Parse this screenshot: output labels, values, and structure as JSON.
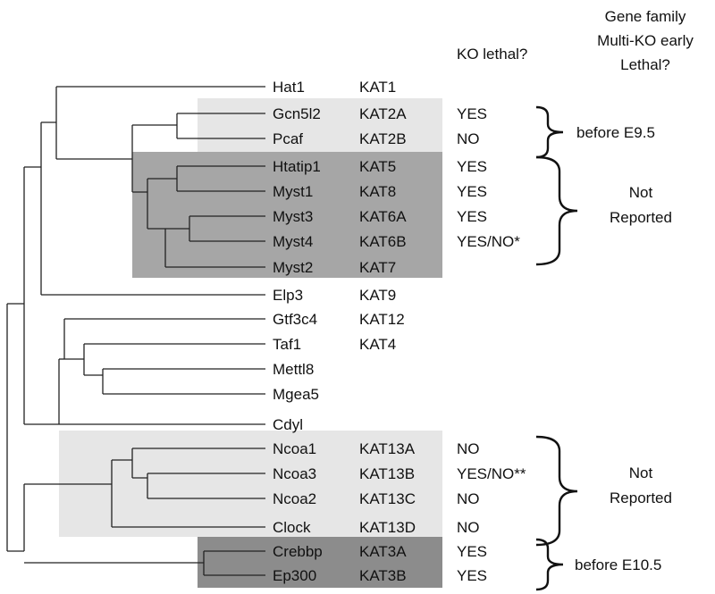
{
  "headers": {
    "ko_lethal": "KO lethal?",
    "family_line1": "Gene family",
    "family_line2": "Multi-KO early",
    "family_line3": "Lethal?"
  },
  "genes": [
    {
      "gene": "Hat1",
      "kat": "KAT1",
      "ko": ""
    },
    {
      "gene": "Gcn5l2",
      "kat": "KAT2A",
      "ko": "YES"
    },
    {
      "gene": "Pcaf",
      "kat": "KAT2B",
      "ko": "NO"
    },
    {
      "gene": "Htatip1",
      "kat": "KAT5",
      "ko": "YES"
    },
    {
      "gene": "Myst1",
      "kat": "KAT8",
      "ko": "YES"
    },
    {
      "gene": "Myst3",
      "kat": "KAT6A",
      "ko": "YES"
    },
    {
      "gene": "Myst4",
      "kat": "KAT6B",
      "ko": "YES/NO*"
    },
    {
      "gene": "Myst2",
      "kat": "KAT7",
      "ko": ""
    },
    {
      "gene": "Elp3",
      "kat": "KAT9",
      "ko": ""
    },
    {
      "gene": "Gtf3c4",
      "kat": "KAT12",
      "ko": ""
    },
    {
      "gene": "Taf1",
      "kat": "KAT4",
      "ko": ""
    },
    {
      "gene": "Mettl8",
      "kat": "",
      "ko": ""
    },
    {
      "gene": "Mgea5",
      "kat": "",
      "ko": ""
    },
    {
      "gene": "Cdyl",
      "kat": "",
      "ko": ""
    },
    {
      "gene": "Ncoa1",
      "kat": "KAT13A",
      "ko": "NO"
    },
    {
      "gene": "Ncoa3",
      "kat": "KAT13B",
      "ko": "YES/NO**"
    },
    {
      "gene": "Ncoa2",
      "kat": "KAT13C",
      "ko": "NO"
    },
    {
      "gene": "Clock",
      "kat": "KAT13D",
      "ko": "NO"
    },
    {
      "gene": "Crebbp",
      "kat": "KAT3A",
      "ko": "YES"
    },
    {
      "gene": "Ep300",
      "kat": "KAT3B",
      "ko": "YES"
    }
  ],
  "groups": [
    {
      "name": "gcn5-group",
      "color": "#e6e6e6"
    },
    {
      "name": "myst-group",
      "color": "#a6a6a6"
    },
    {
      "name": "ncoa-group",
      "color": "#e6e6e6"
    },
    {
      "name": "cbp-group",
      "color": "#8c8c8c"
    }
  ],
  "family_notes": [
    {
      "line1": "before E9.5",
      "line2": ""
    },
    {
      "line1": "Not",
      "line2": "Reported"
    },
    {
      "line1": "Not",
      "line2": "Reported"
    },
    {
      "line1": "before E10.5",
      "line2": ""
    }
  ]
}
